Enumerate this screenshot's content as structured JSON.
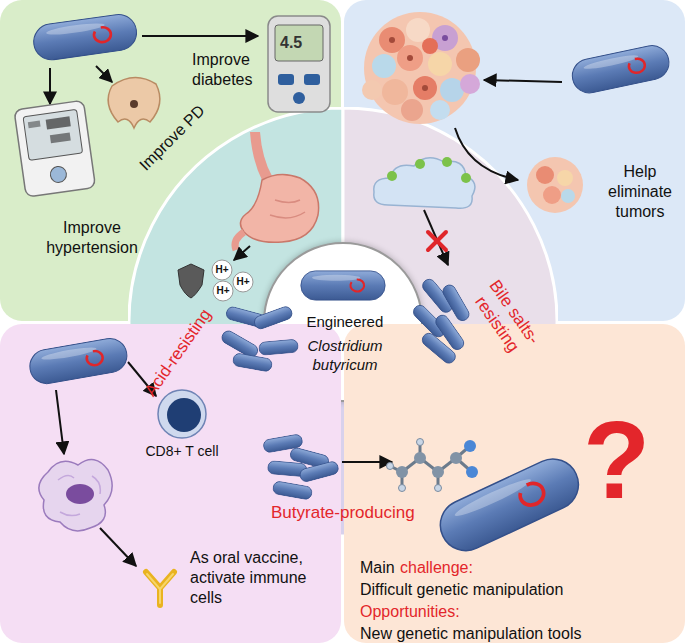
{
  "diagram": {
    "nodes": [
      {
        "text": [
          "Improve diabetes",
          "Improve PD",
          "Improve hypertension"
        ]
      },
      {
        "text": [
          "Help eliminate tumors"
        ]
      },
      {
        "text": [
          "Acid-resisting"
        ]
      },
      {
        "text": [
          "Bile salts- resisting"
        ]
      },
      {
        "text": [
          "Butyrate-producing"
        ]
      },
      {
        "text": [
          "Engineered",
          "Clostridium butyricum"
        ]
      },
      {
        "text": [
          "CD8+ T cell",
          "As oral vaccine, activate immune cells"
        ]
      },
      {
        "text": [
          "Main",
          "challenge:",
          "Difficult genetic manipulation",
          "Opportunities:",
          "New genetic manipulation tools"
        ]
      }
    ],
    "labels": [
      "4.5",
      "H+",
      "H+",
      "H+",
      "?"
    ]
  }
}
